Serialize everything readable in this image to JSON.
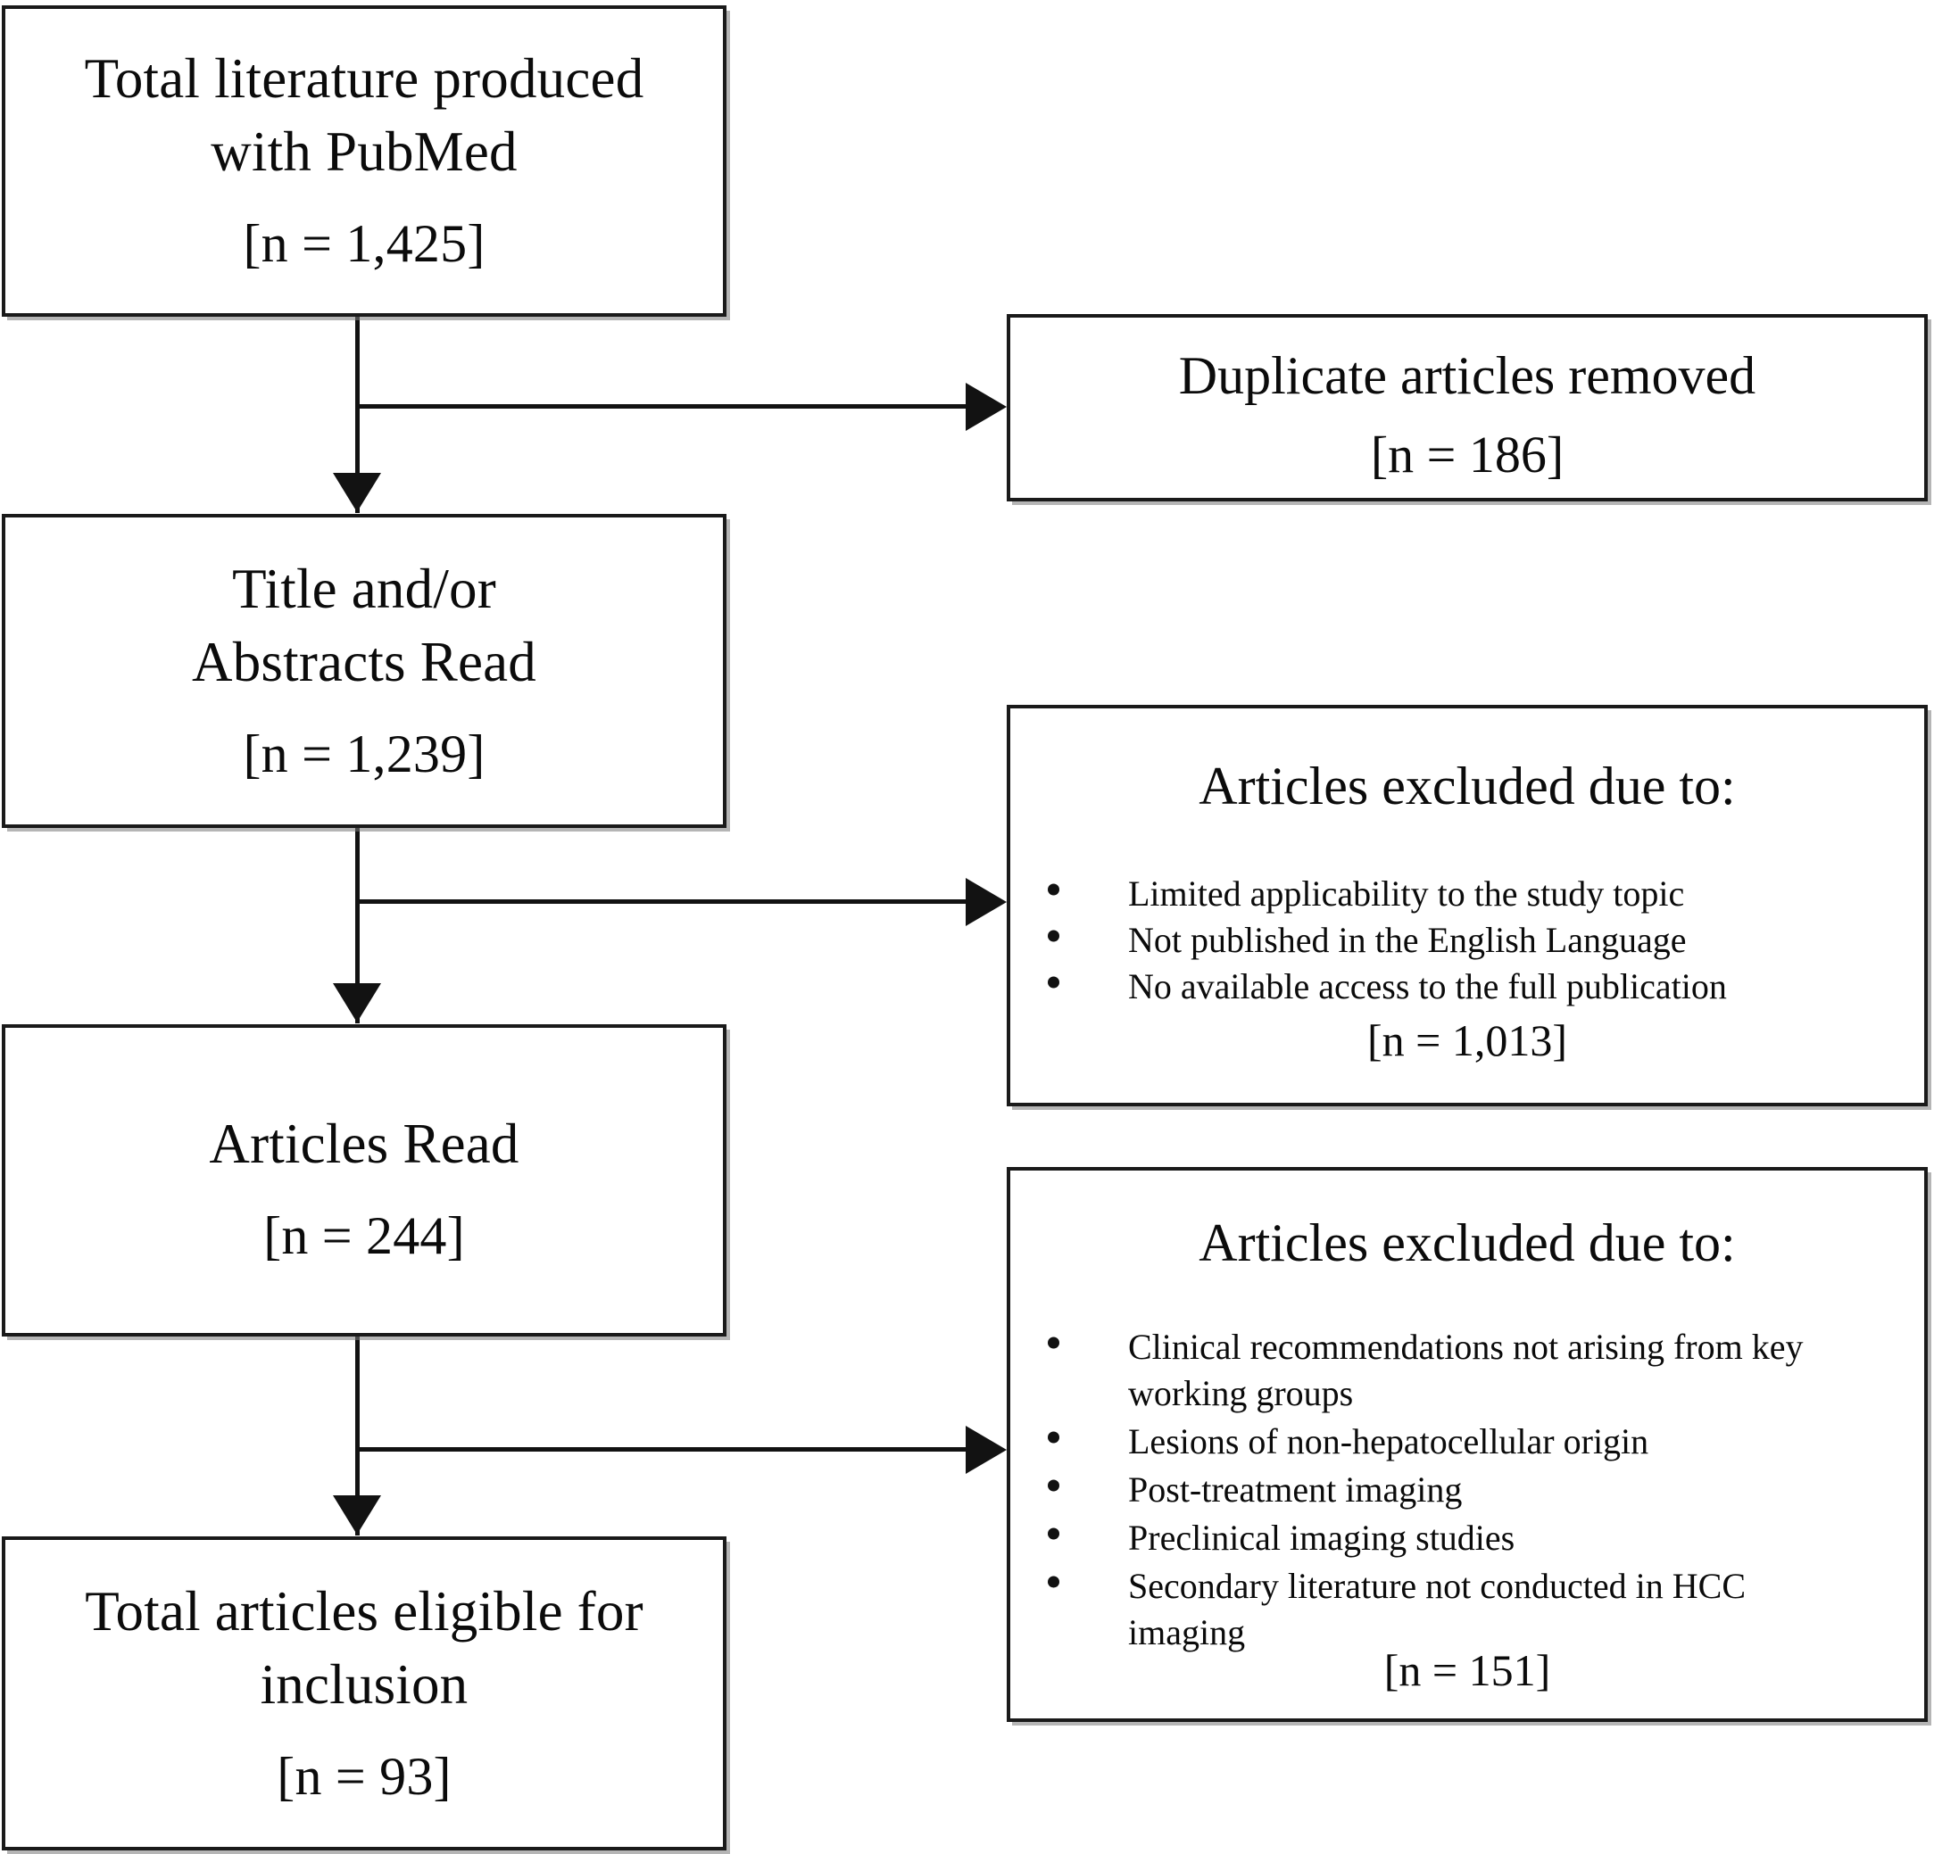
{
  "diagram": {
    "type": "prisma-flow-diagram",
    "orientation": "vertical-with-side-exclusions",
    "main_flow": [
      {
        "id": "identification",
        "lines": [
          "Total literature produced",
          "with PubMed"
        ],
        "count": "[n = 1,425]"
      },
      {
        "id": "screening",
        "lines": [
          "Title and/or",
          "Abstracts Read"
        ],
        "count": "[n = 1,239]"
      },
      {
        "id": "eligibility",
        "lines": [
          "Articles Read"
        ],
        "count": "[n = 244]"
      },
      {
        "id": "included",
        "lines": [
          "Total articles eligible for",
          "inclusion"
        ],
        "count": "[n = 93]"
      }
    ],
    "exclusions": [
      {
        "id": "duplicates-removed",
        "heading": "Duplicate articles removed",
        "bullets": [],
        "count": "[n = 186]"
      },
      {
        "id": "excluded-after-screening",
        "heading": "Articles excluded due to:",
        "bullets": [
          "Limited applicability to the study topic",
          "Not published in the English Language",
          "No available access to the full publication"
        ],
        "count": "[n = 1,013]"
      },
      {
        "id": "excluded-after-full-text",
        "heading": "Articles excluded due to:",
        "bullets": [
          "Clinical recommendations not arising from key working groups",
          "Lesions of non-hepatocellular origin",
          "Post-treatment imaging",
          "Preclinical imaging studies",
          "Secondary literature not conducted in HCC imaging"
        ],
        "count": "[n = 151]"
      }
    ],
    "colors": {
      "box_border": "#1a1a1a",
      "connector": "#121212",
      "background": "#ffffff",
      "text": "#0b0b0b"
    }
  }
}
